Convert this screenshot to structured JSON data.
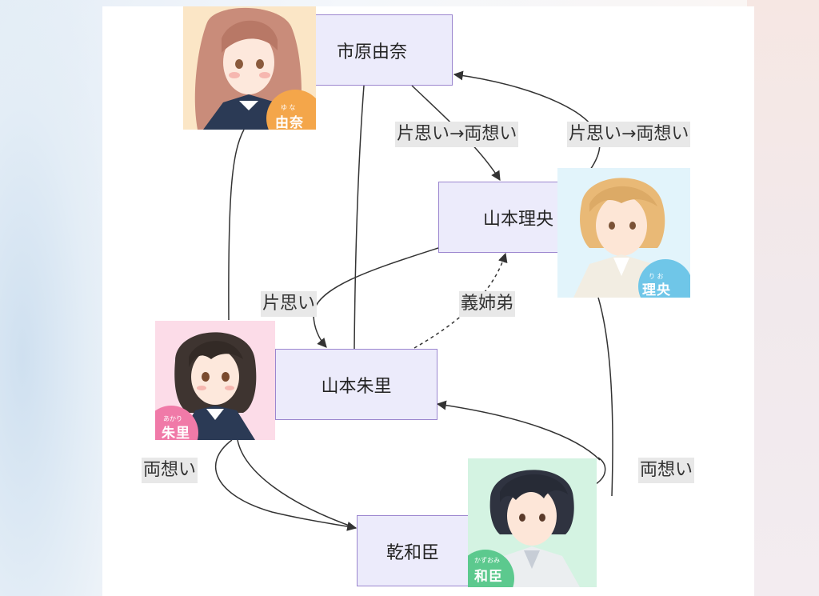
{
  "nodes": {
    "yuna": "市原由奈",
    "rio": "山本理央",
    "akari": "山本朱里",
    "kazuomi": "乾和臣"
  },
  "edge_labels": {
    "yuna_to_rio": "片思い→両想い",
    "rio_to_yuna": "片思い→両想い",
    "rio_to_akari": "片思い",
    "akari_rio_step": "義姉弟",
    "akari_kazuomi": "両想い",
    "kazuomi_akari": "両想い"
  },
  "portraits": {
    "yuna": {
      "name": "由奈",
      "ruby": "ゆ な",
      "accent": "#f4a64a"
    },
    "rio": {
      "name": "理央",
      "ruby": "り お",
      "accent": "#6fc6e8"
    },
    "akari": {
      "name": "朱里",
      "ruby": "あかり",
      "accent": "#f07aa8"
    },
    "kazuomi": {
      "name": "和臣",
      "ruby": "かずおみ",
      "accent": "#5cc98e"
    }
  },
  "colors": {
    "node_fill": "#ecebfb",
    "node_border": "#9b86cf",
    "edge": "#333333",
    "label_bg": "#e8e8e8"
  }
}
